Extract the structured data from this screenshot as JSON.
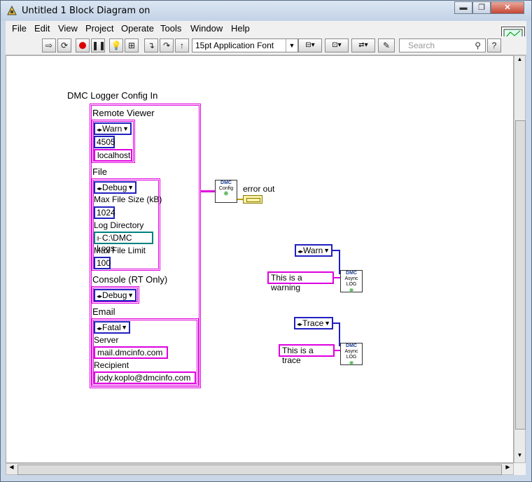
{
  "window": {
    "title": "Untitled 1 Block Diagram on",
    "min": "▬",
    "max": "❐",
    "close": "✕"
  },
  "menu": [
    "File",
    "Edit",
    "View",
    "Project",
    "Operate",
    "Tools",
    "Window",
    "Help"
  ],
  "toolbar": {
    "font": "15pt Application Font",
    "search_placeholder": "Search",
    "help": "?"
  },
  "vi_icon_number": "1",
  "diagram": {
    "cluster_label": "DMC Logger Config In",
    "remote_viewer": {
      "label": "Remote Viewer",
      "level": "Warn",
      "port": "4505",
      "host": "localhost"
    },
    "file": {
      "label": "File",
      "level": "Debug",
      "max_size_label": "Max File Size (kB)",
      "max_size": "1024",
      "log_dir_label": "Log Directory",
      "log_dir": "C:\\DMC Logs",
      "max_limit_label": "Max File Limit",
      "max_limit": "100"
    },
    "console": {
      "label": "Console (RT Only)",
      "level": "Debug"
    },
    "email": {
      "label": "Email",
      "level": "Fatal",
      "server_label": "Server",
      "server": "mail.dmcinfo.com",
      "recipient_label": "Recipient",
      "recipient": "jody.koplo@dmcinfo.com"
    },
    "config_vi": {
      "line1": "DMC",
      "line2": "Config"
    },
    "error_out": "error out",
    "warn_enum": "Warn",
    "warn_msg": "This is a warning",
    "trace_enum": "Trace",
    "trace_msg": "This is a trace",
    "log_vi": {
      "line1": "DMC",
      "line2": "Async LOG"
    }
  }
}
